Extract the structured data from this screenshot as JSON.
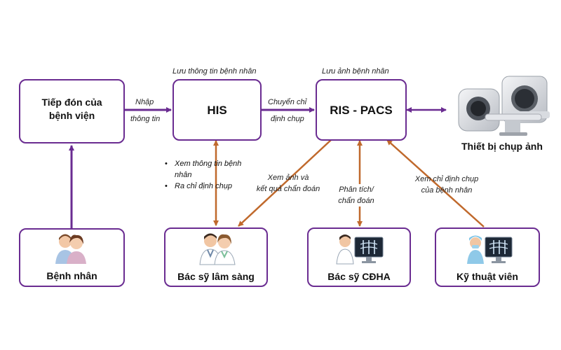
{
  "nodes": {
    "reception": "Tiếp đón của\nbệnh viện",
    "his": "HIS",
    "ris_pacs": "RIS - PACS",
    "equipment": "Thiết bị chụp ảnh",
    "patient": "Bệnh nhân",
    "clinician": "Bác sỹ lâm sàng",
    "radiologist": "Bác sỹ CĐHA",
    "technician": "Kỹ thuật viên"
  },
  "labels": {
    "his_top": "Lưu thông tin bệnh nhân",
    "ris_top": "Lưu ảnh bệnh nhân",
    "input_1": "Nhập",
    "input_2": "thông tin",
    "transfer_1": "Chuyển chỉ",
    "transfer_2": "định chụp",
    "clinician_bullets": [
      "Xem thông tin bệnh nhân",
      "Ra chỉ định chụp"
    ],
    "view_results": "Xem ảnh và\nkết quả chẩn đoán",
    "analysis": "Phân tích/\nchẩn đoán",
    "view_order": "Xem chỉ định chụp\ncủa bệnh nhân"
  },
  "colors": {
    "node_border": "#6a2c91",
    "main_arrow": "#6a2c91",
    "interaction_arrow": "#c0692c"
  }
}
